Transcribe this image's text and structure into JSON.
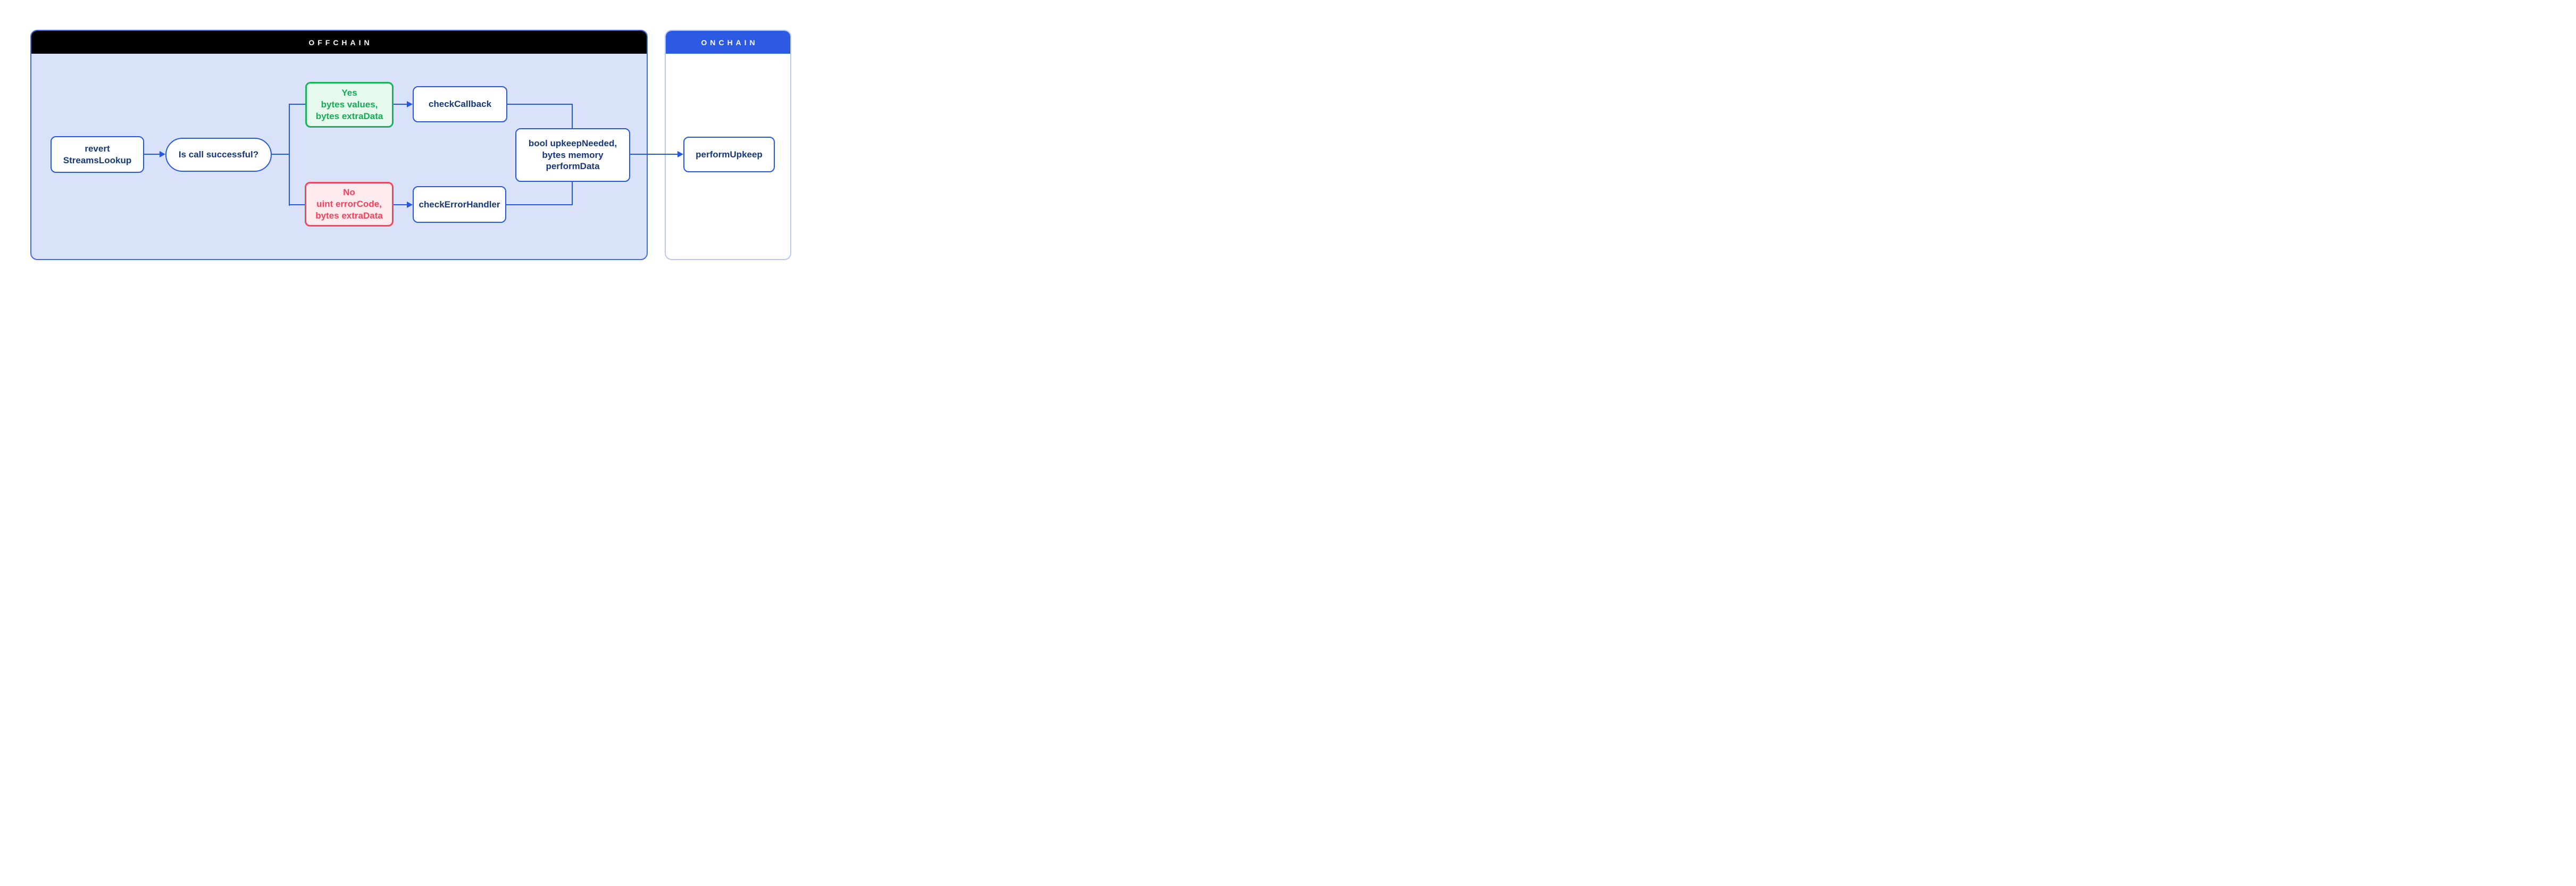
{
  "panels": {
    "offchain": {
      "title": "OFFCHAIN"
    },
    "onchain": {
      "title": "ONCHAIN"
    }
  },
  "nodes": {
    "revert": {
      "label": "revert\nStreamsLookup"
    },
    "question": {
      "label": "Is call successful?"
    },
    "yes": {
      "label": "Yes\nbytes values,\nbytes extraData"
    },
    "no": {
      "label": "No\nuint errorCode,\nbytes extraData"
    },
    "check_callback": {
      "label": "checkCallback"
    },
    "check_error_handler": {
      "label": "checkErrorHandler"
    },
    "result": {
      "label": "bool upkeepNeeded,\nbytes memory\nperformData"
    },
    "perform_upkeep": {
      "label": "performUpkeep"
    }
  },
  "colors": {
    "accent_blue": "#2457e2",
    "navy": "#16387b",
    "green_border": "#15b457",
    "green_text": "#12ad52",
    "green_bg": "#e5f9ed",
    "red_border": "#f4455f",
    "red_text": "#f5415c",
    "red_bg": "#fdebee",
    "offchain_bg": "#d9e2f8",
    "offchain_header_bg": "#000000",
    "onchain_header_bg": "#2c5ae2",
    "offchain_panel_border": "#4468dd",
    "onchain_panel_border": "#b9c8f4",
    "header_text": "#ffffff",
    "canvas_bg": "#ffffff"
  }
}
